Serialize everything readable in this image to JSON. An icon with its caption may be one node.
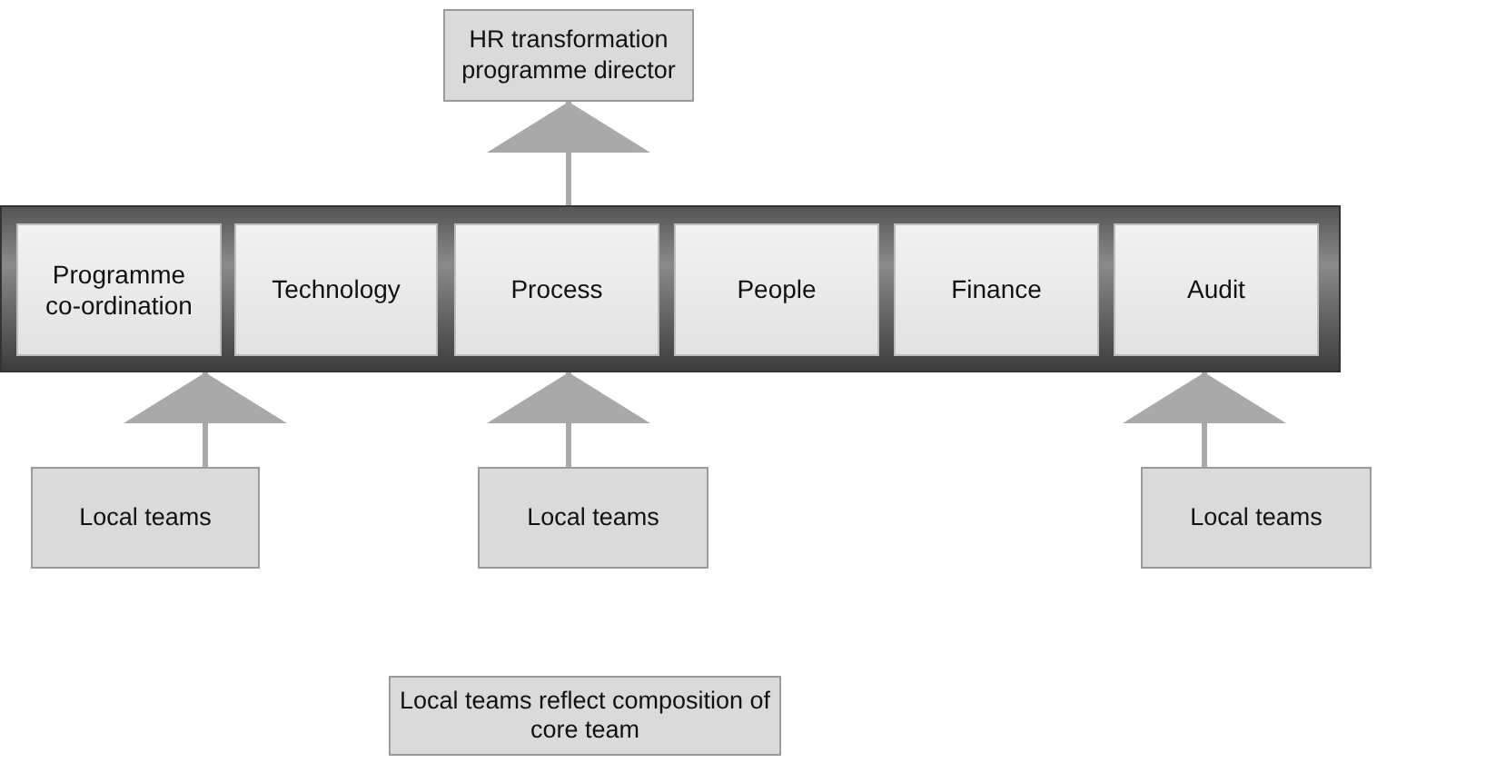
{
  "diagram": {
    "nodes": [
      {
        "text": [
          "HR transformation programme director"
        ]
      },
      {
        "text": [],
        "shape": "bar"
      },
      {
        "text": [
          "Programme co-ordination"
        ],
        "in": 1
      },
      {
        "text": [
          "Technology"
        ],
        "in": 1
      },
      {
        "text": [
          "Process"
        ],
        "in": 1
      },
      {
        "text": [
          "People"
        ],
        "in": 1
      },
      {
        "text": [
          "Finance"
        ],
        "in": 1
      },
      {
        "text": [
          "Audit"
        ],
        "in": 1
      },
      {
        "text": [
          "Local teams"
        ]
      },
      {
        "text": [
          "Local teams"
        ]
      },
      {
        "text": [
          "Local teams"
        ]
      },
      {
        "text": [
          "Local teams reflect composition of core team"
        ]
      }
    ],
    "edges": [
      {
        "from": 1,
        "to": 0,
        "arrow": "to"
      },
      {
        "from": 8,
        "to": 1,
        "arrow": "to"
      },
      {
        "from": 9,
        "to": 1,
        "arrow": "to"
      },
      {
        "from": 10,
        "to": 1,
        "arrow": "to"
      }
    ]
  }
}
